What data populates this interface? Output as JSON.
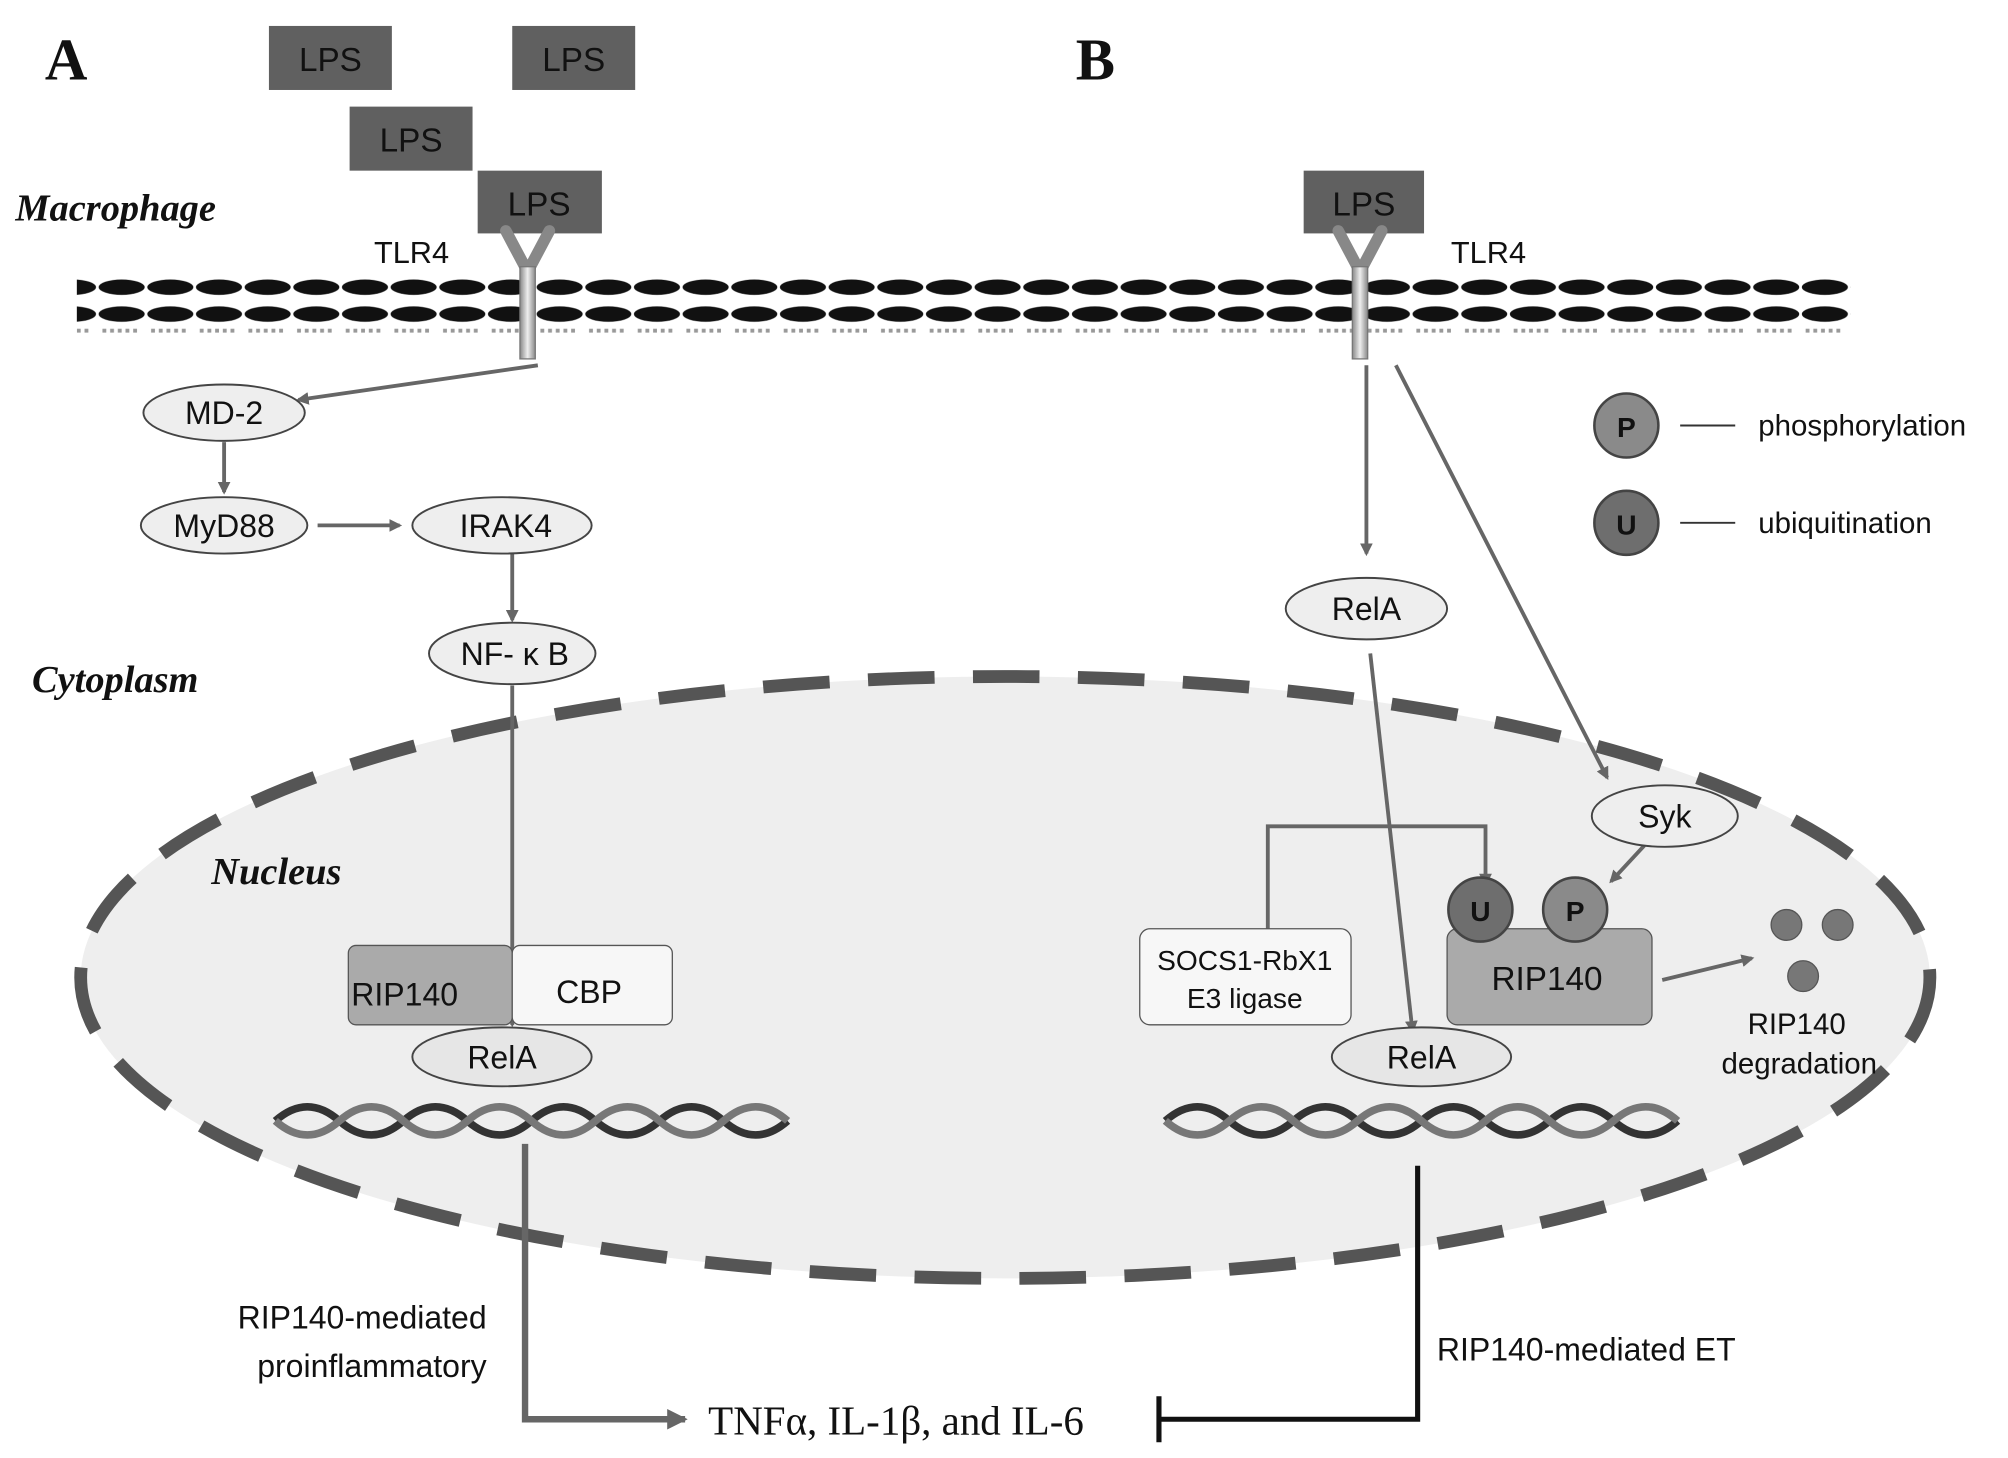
{
  "panels": {
    "a": "A",
    "b": "B"
  },
  "regions": {
    "macrophage": "Macrophage",
    "cytoplasm": "Cytoplasm",
    "nucleus": "Nucleus"
  },
  "lps": "LPS",
  "tlr4": "TLR4",
  "panel_a": {
    "md2": "MD-2",
    "myd88": "MyD88",
    "irak4": "IRAK4",
    "nfkb": "NF- κ B",
    "rip140": "RIP140",
    "cbp": "CBP",
    "rela": "RelA",
    "outcome_line1": "RIP140-mediated",
    "outcome_line2": "proinflammatory"
  },
  "panel_b": {
    "rela_cyto": "RelA",
    "syk": "Syk",
    "socs_line1": "SOCS1-RbX1",
    "socs_line2": "E3 ligase",
    "rip140": "RIP140",
    "u": "U",
    "p": "P",
    "rela": "RelA",
    "degradation_line1": "RIP140",
    "degradation_line2": "degradation",
    "outcome": "RIP140-mediated ET"
  },
  "legend": [
    {
      "symbol": "P",
      "label": "phosphorylation"
    },
    {
      "symbol": "U",
      "label": "ubiquitination"
    }
  ],
  "cytokines": "TNFα, IL-1β, and IL-6",
  "colors": {
    "lps": "#606060",
    "nucleus_fill": "#eeeeee",
    "nucleus_border": "#555555",
    "rip140": "#aaaaaa",
    "modification": "#7a7a7a",
    "arrow": "#666666"
  }
}
